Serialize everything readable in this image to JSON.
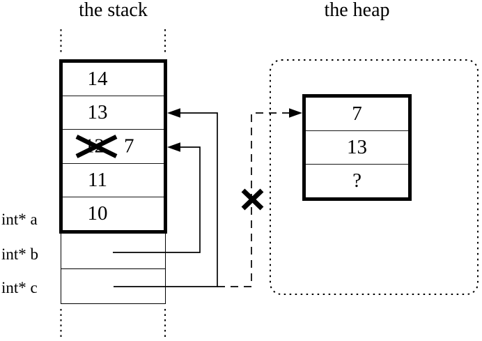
{
  "colors": {
    "ink": "#000000",
    "background": "#ffffff"
  },
  "titles": {
    "stack": "the stack",
    "heap": "the heap"
  },
  "stack": {
    "cells": [
      {
        "value": "14"
      },
      {
        "value": "13"
      },
      {
        "value": "12",
        "crossed_out": true,
        "new_value": "7"
      },
      {
        "value": "11"
      },
      {
        "value": "10"
      }
    ],
    "pointer_labels": {
      "a": "int* a",
      "b": "int* b",
      "c": "int* c"
    }
  },
  "heap": {
    "cells": [
      {
        "value": "7"
      },
      {
        "value": "13"
      },
      {
        "value": "?"
      }
    ]
  }
}
